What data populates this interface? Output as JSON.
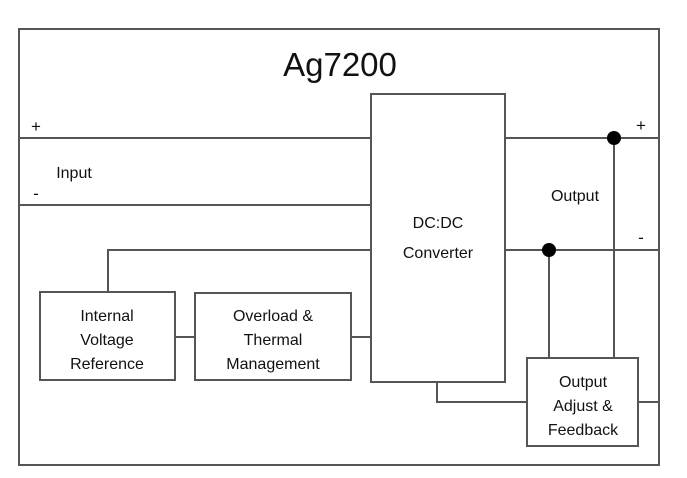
{
  "diagram": {
    "title": "Ag7200",
    "type": "block-diagram",
    "background_color": "#ffffff",
    "line_color": "#555555",
    "text_color": "#111111",
    "junction_color": "#000000",
    "blocks": [
      {
        "id": "dcdc-converter",
        "lines": [
          "DC:DC",
          "Converter"
        ],
        "line1": "DC:DC",
        "line2": "Converter"
      },
      {
        "id": "internal-voltage-reference",
        "lines": [
          "Internal",
          "Voltage",
          "Reference"
        ],
        "line1": "Internal",
        "line2": "Voltage",
        "line3": "Reference"
      },
      {
        "id": "overload-thermal-management",
        "lines": [
          "Overload &",
          "Thermal",
          "Management"
        ],
        "line1": "Overload &",
        "line2": "Thermal",
        "line3": "Management"
      },
      {
        "id": "output-adjust-feedback",
        "lines": [
          "Output",
          "Adjust &",
          "Feedback"
        ],
        "line1": "Output",
        "line2": "Adjust &",
        "line3": "Feedback"
      }
    ],
    "ports": {
      "input_label": "Input",
      "input_positive": "+",
      "input_negative": "-",
      "output_label": "Output",
      "output_positive": "+",
      "output_negative": "-"
    }
  }
}
